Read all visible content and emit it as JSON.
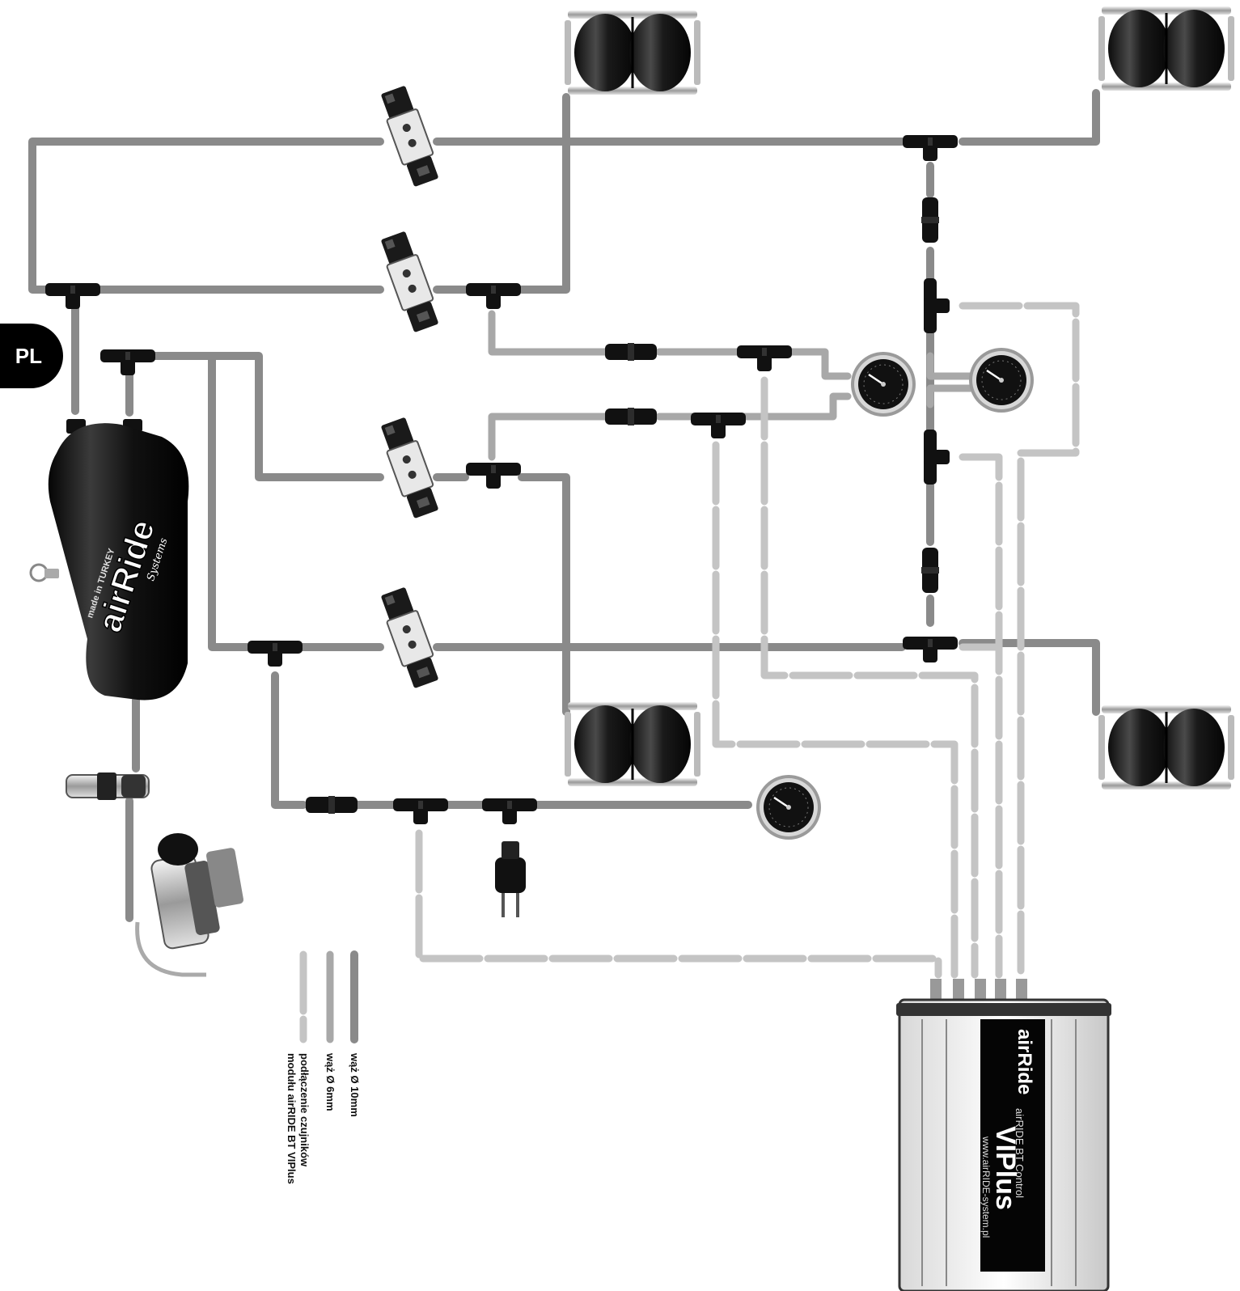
{
  "language_badge": "PL",
  "legend": {
    "hose_10mm": "wąż Ø 10mm",
    "hose_6mm": "wąż Ø 6mm",
    "sensor_line_1": "podłączenie czujników",
    "sensor_line_2": "modułu airRIDE BT VIPlus"
  },
  "tank_logo": {
    "brand": "airRide",
    "sub": "Systems",
    "top": "made in TURKEY"
  },
  "controller": {
    "logo": "airRide",
    "model_prefix": "airRIDE BT Control",
    "model": "VIPlus",
    "url": "www.airRIDE-system.pl"
  },
  "colors": {
    "hose_10mm": "#8a8a8a",
    "hose_6mm": "#a8a8a8",
    "sensor_line": "#c4c4c4",
    "fitting": "#111111",
    "badge": "#000000"
  }
}
